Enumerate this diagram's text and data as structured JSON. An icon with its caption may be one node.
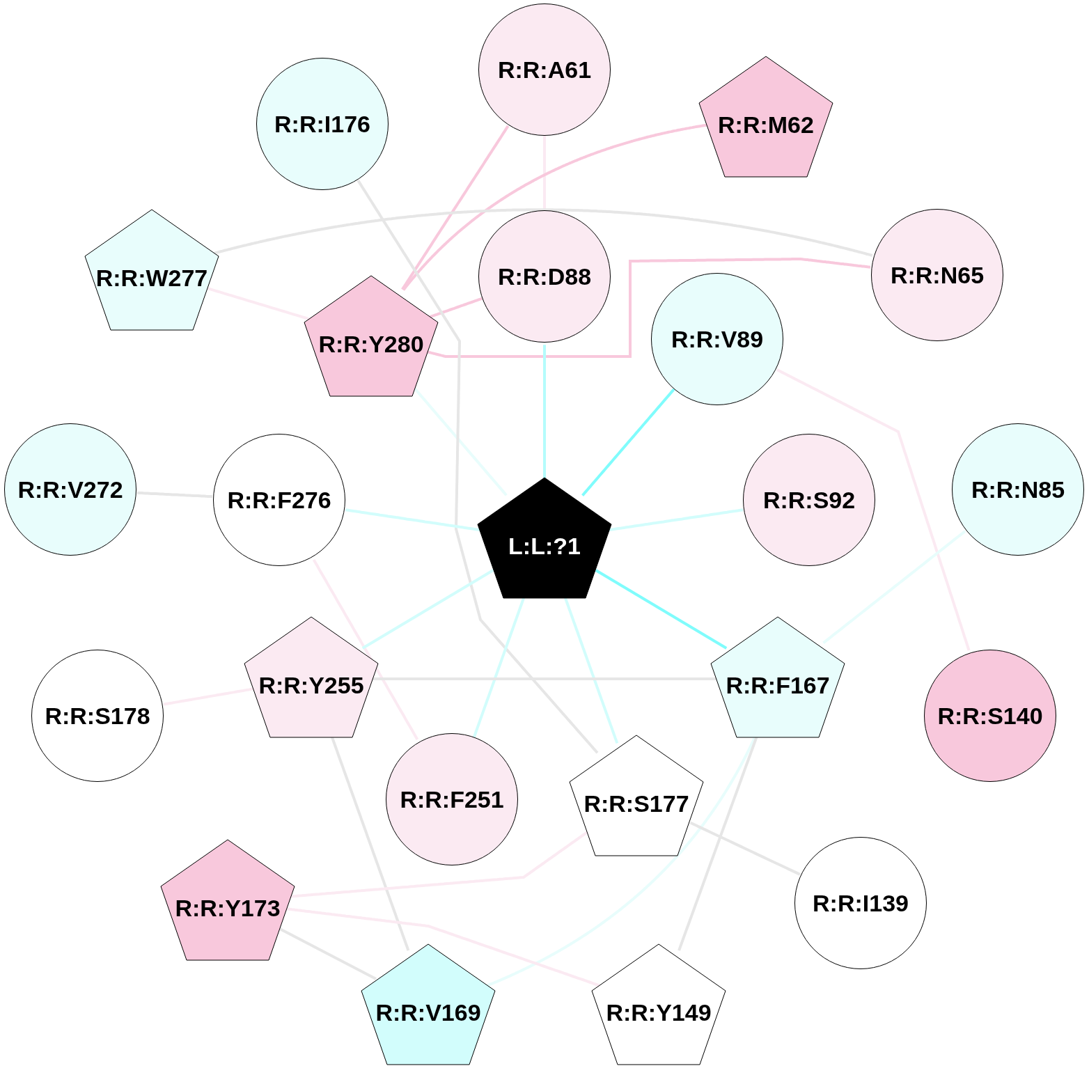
{
  "diagram": {
    "nodes": [
      {
        "text": [
          "R:R:A61"
        ]
      },
      {
        "text": [
          "R:R:I176"
        ]
      },
      {
        "text": [
          "R:R:M62"
        ]
      },
      {
        "text": [
          "R:R:W277"
        ]
      },
      {
        "text": [
          "R:R:D88"
        ]
      },
      {
        "text": [
          "R:R:N65"
        ]
      },
      {
        "text": [
          "R:R:Y280"
        ]
      },
      {
        "text": [
          "R:R:V89"
        ]
      },
      {
        "text": [
          "R:R:V272"
        ]
      },
      {
        "text": [
          "R:R:F276"
        ]
      },
      {
        "text": [
          "L:L:?1"
        ]
      },
      {
        "text": [
          "R:R:S92"
        ]
      },
      {
        "text": [
          "R:R:N85"
        ]
      },
      {
        "text": [
          "R:R:S178"
        ]
      },
      {
        "text": [
          "R:R:Y255"
        ]
      },
      {
        "text": [
          "R:R:F167"
        ]
      },
      {
        "text": [
          "R:R:S140"
        ]
      },
      {
        "text": [
          "R:R:F251"
        ]
      },
      {
        "text": [
          "R:R:S177"
        ]
      },
      {
        "text": [
          "R:R:Y173"
        ]
      },
      {
        "text": [
          "R:R:I139"
        ]
      },
      {
        "text": [
          "R:R:V169"
        ]
      },
      {
        "text": [
          "R:R:Y149"
        ]
      }
    ],
    "edges": [
      {
        "from": 0,
        "to": 6,
        "arrow": "none",
        "color": "#f8c8dc"
      },
      {
        "from": 0,
        "to": 4,
        "arrow": "none",
        "color": "#fbeaf2"
      },
      {
        "from": 2,
        "to": 6,
        "arrow": "none",
        "color": "#f8c8dc"
      },
      {
        "from": 3,
        "to": 5,
        "arrow": "none",
        "color": "#e6e6e6"
      },
      {
        "from": 3,
        "to": 6,
        "arrow": "none",
        "color": "#fbeaf2"
      },
      {
        "from": 6,
        "to": 4,
        "arrow": "none",
        "color": "#f8c8dc"
      },
      {
        "from": 6,
        "to": 5,
        "arrow": "none",
        "color": "#f8c8dc"
      },
      {
        "from": 6,
        "to": 10,
        "arrow": "none",
        "color": "#e8fdfc"
      },
      {
        "from": 1,
        "to": 18,
        "arrow": "none",
        "color": "#e6e6e6"
      },
      {
        "from": 4,
        "to": 10,
        "arrow": "none",
        "color": "#b4fcfc"
      },
      {
        "from": 7,
        "to": 10,
        "arrow": "none",
        "color": "#80fcfc"
      },
      {
        "from": 7,
        "to": 16,
        "arrow": "none",
        "color": "#fbeaf2"
      },
      {
        "from": 8,
        "to": 9,
        "arrow": "none",
        "color": "#e6e6e6"
      },
      {
        "from": 9,
        "to": 10,
        "arrow": "none",
        "color": "#d2fdfc"
      },
      {
        "from": 9,
        "to": 17,
        "arrow": "none",
        "color": "#fbeaf2"
      },
      {
        "from": 11,
        "to": 10,
        "arrow": "none",
        "color": "#d2fdfc"
      },
      {
        "from": 12,
        "to": 15,
        "arrow": "none",
        "color": "#e8fdfc"
      },
      {
        "from": 10,
        "to": 14,
        "arrow": "none",
        "color": "#d2fdfc"
      },
      {
        "from": 10,
        "to": 17,
        "arrow": "none",
        "color": "#d2fdfc"
      },
      {
        "from": 10,
        "to": 18,
        "arrow": "none",
        "color": "#d2fdfc"
      },
      {
        "from": 10,
        "to": 15,
        "arrow": "none",
        "color": "#80fcfc"
      },
      {
        "from": 13,
        "to": 14,
        "arrow": "none",
        "color": "#fbeaf2"
      },
      {
        "from": 14,
        "to": 15,
        "arrow": "none",
        "color": "#e6e6e6"
      },
      {
        "from": 14,
        "to": 21,
        "arrow": "none",
        "color": "#e6e6e6"
      },
      {
        "from": 15,
        "to": 21,
        "arrow": "none",
        "color": "#e8fdfc"
      },
      {
        "from": 15,
        "to": 22,
        "arrow": "none",
        "color": "#e6e6e6"
      },
      {
        "from": 18,
        "to": 19,
        "arrow": "none",
        "color": "#fbeaf2"
      },
      {
        "from": 18,
        "to": 20,
        "arrow": "none",
        "color": "#e6e6e6"
      },
      {
        "from": 19,
        "to": 21,
        "arrow": "none",
        "color": "#e6e6e6"
      },
      {
        "from": 19,
        "to": 22,
        "arrow": "none",
        "color": "#fbeaf2"
      }
    ]
  }
}
